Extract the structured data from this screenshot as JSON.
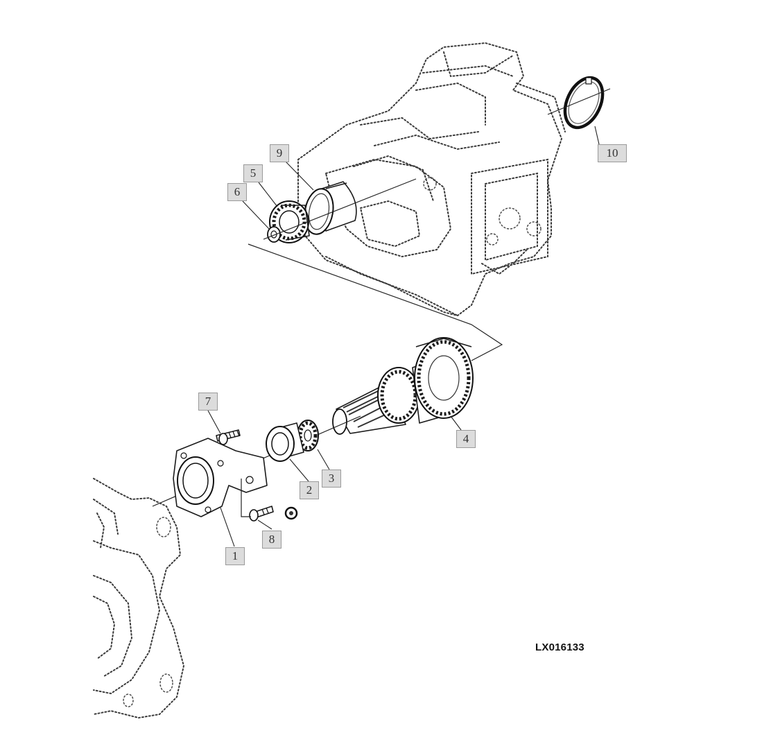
{
  "figure_code": "LX016133",
  "callouts": {
    "c1": "1",
    "c2": "2",
    "c3": "3",
    "c4": "4",
    "c5": "5",
    "c6": "6",
    "c7": "7",
    "c8": "8",
    "c9": "9",
    "c10": "10"
  }
}
